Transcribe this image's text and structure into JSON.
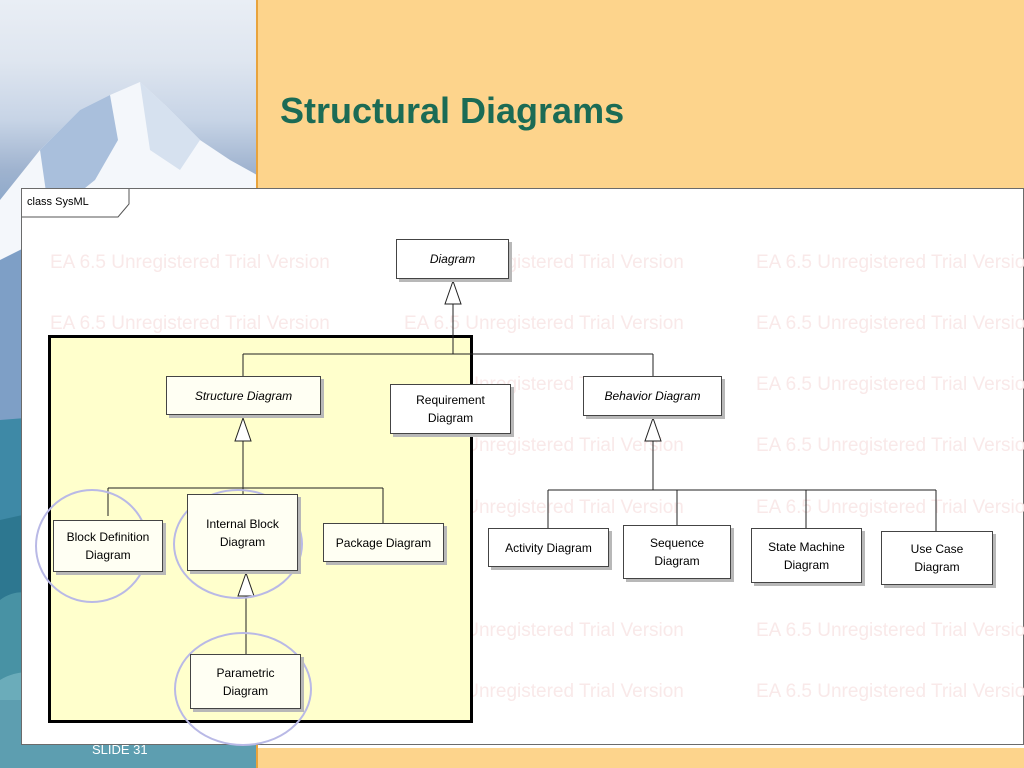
{
  "slide": {
    "title": "Structural Diagrams",
    "slide_number": "SLIDE 31"
  },
  "frame": {
    "label": "class SysML"
  },
  "watermark": {
    "text": "EA 6.5 Unregistered Trial Version"
  },
  "nodes": {
    "diagram": "Diagram",
    "structure_diagram": "Structure Diagram",
    "requirement_diagram": "Requirement Diagram",
    "behavior_diagram": "Behavior Diagram",
    "block_definition_diagram": "Block Definition Diagram",
    "internal_block_diagram": "Internal Block Diagram",
    "package_diagram": "Package Diagram",
    "parametric_diagram": "Parametric Diagram",
    "activity_diagram": "Activity Diagram",
    "sequence_diagram": "Sequence Diagram",
    "state_machine_diagram": "State Machine Diagram",
    "use_case_diagram": "Use Case Diagram"
  },
  "colors": {
    "title_band": "#fdd48c",
    "title_text": "#1b6b55",
    "highlight_fill": "#ffffcc",
    "circle_stroke": "#b9b9e6",
    "accent_line": "#e8a33c"
  }
}
